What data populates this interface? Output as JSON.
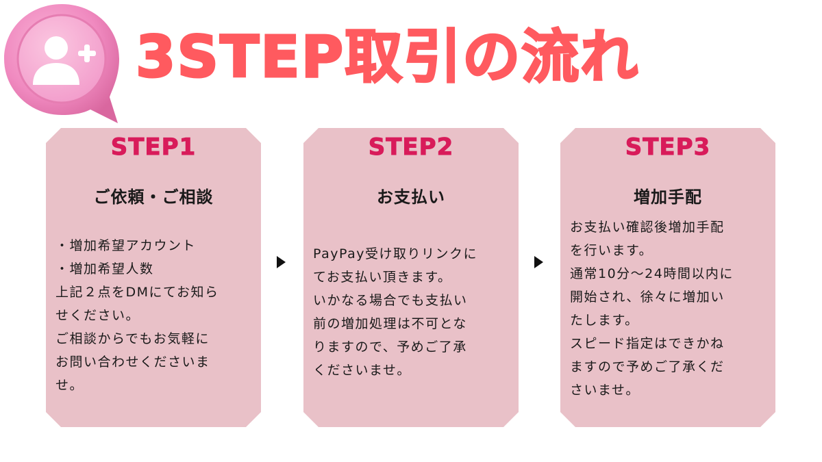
{
  "title": "3STEP取引の流れ",
  "logo": {
    "icon": "add-user-icon"
  },
  "colors": {
    "title": "#ff5a5f",
    "card_bg": "#e9c1c8",
    "step_label": "#d81b5a",
    "text": "#1a1a1a",
    "bubble": "#f48cbf"
  },
  "steps": [
    {
      "label": "STEP1",
      "heading": "ご依頼・ご相談",
      "lines": [
        "・増加希望アカウント",
        "・増加希望人数",
        "上記２点をDMにてお知ら",
        "せください。",
        "ご相談からでもお気軽に",
        "お問い合わせくださいま",
        "せ。"
      ]
    },
    {
      "label": "STEP2",
      "heading": "お支払い",
      "lines": [
        "PayPay受け取りリンクに",
        "てお支払い頂きます。",
        "いかなる場合でも支払い",
        "前の増加処理は不可とな",
        "りますので、予めご了承",
        "くださいませ。"
      ]
    },
    {
      "label": "STEP3",
      "heading": "増加手配",
      "lines": [
        "お支払い確認後増加手配",
        "を行います。",
        "通常10分〜24時間以内に",
        "開始され、徐々に増加い",
        "たします。",
        "スピード指定はできかね",
        "ますので予めご了承くだ",
        "さいませ。"
      ]
    }
  ],
  "arrows": [
    "arrow-right-icon",
    "arrow-right-icon"
  ]
}
